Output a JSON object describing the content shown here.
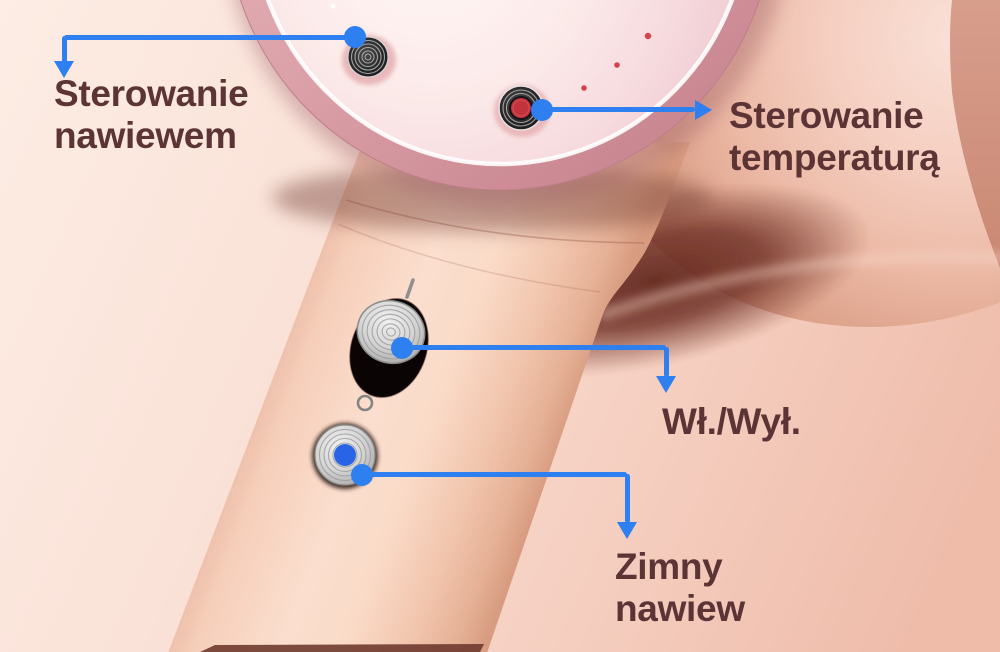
{
  "theme": {
    "accent": "#2E7FF0",
    "label": "#5C3436",
    "indicator-red": "#D8414B",
    "indicator-blue": "#2A64E6"
  },
  "callouts": {
    "airflow": {
      "label": "Sterowanie\nnawiewem"
    },
    "temperature": {
      "label": "Sterowanie\ntemperaturą"
    },
    "power": {
      "label": "Wł./Wył."
    },
    "cold": {
      "label": "Zimny\nnawiew"
    }
  },
  "device_marks": {
    "power_on": "|",
    "power_off": "○"
  }
}
